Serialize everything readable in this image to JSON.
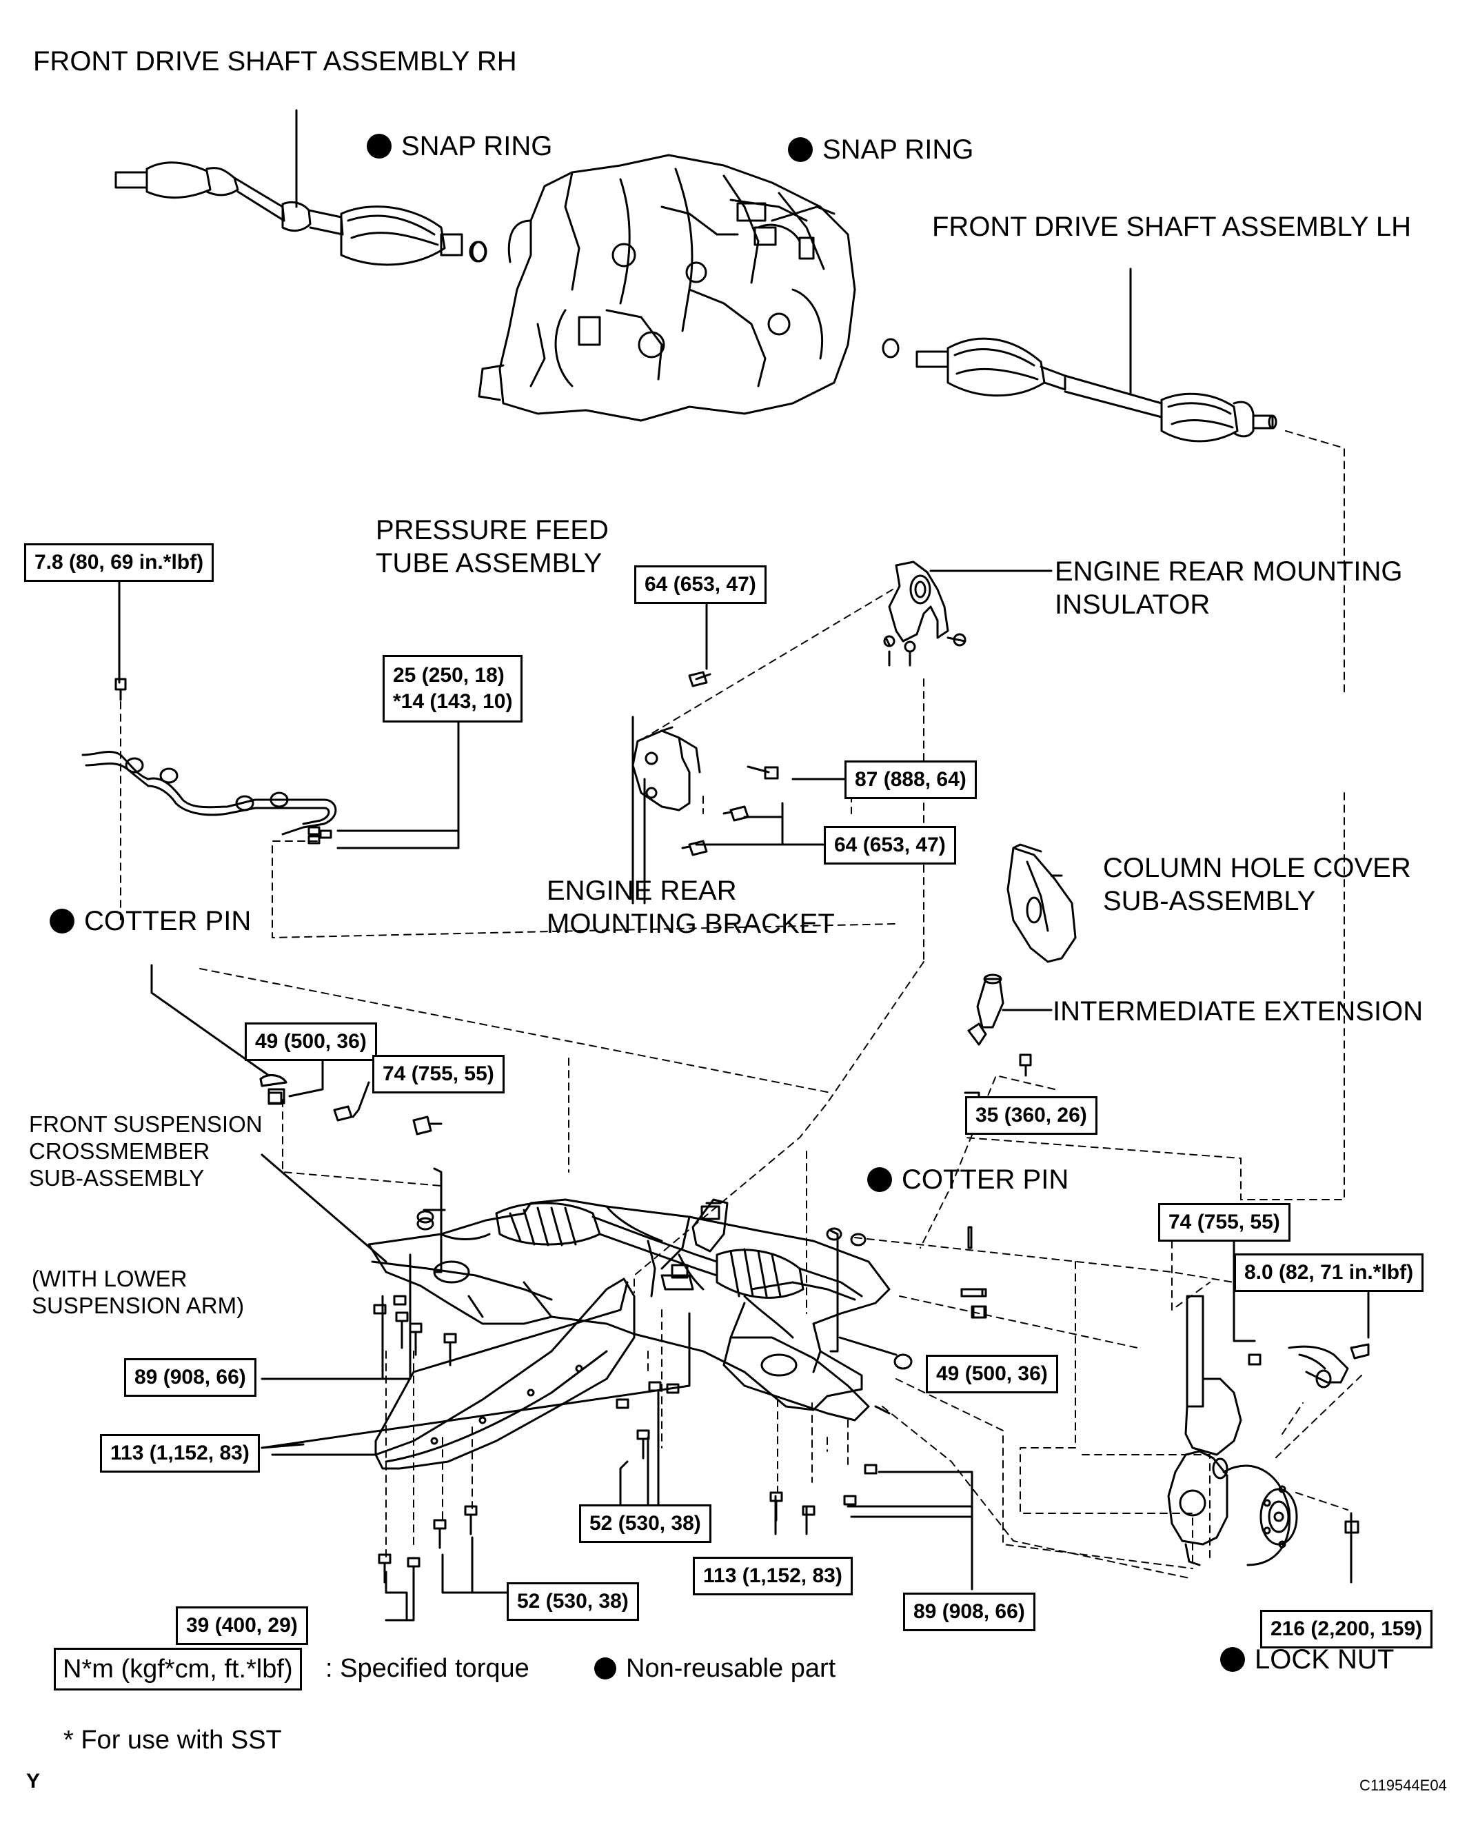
{
  "components": {
    "front_drive_shaft_rh": "FRONT DRIVE SHAFT ASSEMBLY RH",
    "front_drive_shaft_lh": "FRONT DRIVE SHAFT ASSEMBLY LH",
    "snap_ring_1": "SNAP RING",
    "snap_ring_2": "SNAP RING",
    "pressure_feed_line1": "PRESSURE FEED",
    "pressure_feed_line2": "TUBE ASSEMBLY",
    "engine_rear_insulator_line1": "ENGINE REAR MOUNTING",
    "engine_rear_insulator_line2": "INSULATOR",
    "engine_rear_bracket_line1": "ENGINE REAR",
    "engine_rear_bracket_line2": "MOUNTING BRACKET",
    "column_hole_line1": "COLUMN HOLE COVER",
    "column_hole_line2": "SUB-ASSEMBLY",
    "intermediate_extension": "INTERMEDIATE EXTENSION",
    "cotter_pin_left": "COTTER PIN",
    "cotter_pin_right": "COTTER PIN",
    "front_susp_line1": "FRONT SUSPENSION",
    "front_susp_line2": "CROSSMEMBER",
    "front_susp_line3": "SUB-ASSEMBLY",
    "lower_arm_line1": "(WITH LOWER",
    "lower_arm_line2": "SUSPENSION ARM)",
    "lock_nut": "LOCK NUT"
  },
  "torques": {
    "t_78": "7.8 (80, 69 in.*lbf)",
    "t_25_line1": "25 (250, 18)",
    "t_25_line2": "*14 (143, 10)",
    "t_64_top": "64 (653, 47)",
    "t_87": "87 (888, 64)",
    "t_64_mid": "64 (653, 47)",
    "t_49_left": "49 (500, 36)",
    "t_74_left": "74 (755, 55)",
    "t_35": "35 (360, 26)",
    "t_74_right": "74 (755, 55)",
    "t_80": "8.0 (82, 71 in.*lbf)",
    "t_49_right": "49 (500, 36)",
    "t_89_left": "89 (908, 66)",
    "t_113_left": "113 (1,152, 83)",
    "t_52_mid": "52 (530, 38)",
    "t_113_mid": "113 (1,152, 83)",
    "t_89_right": "89 (908, 66)",
    "t_52_low": "52 (530, 38)",
    "t_39": "39 (400, 29)",
    "t_216": "216 (2,200, 159)"
  },
  "legend": {
    "unit_box": "N*m (kgf*cm, ft.*lbf)",
    "unit_desc": ": Specified torque",
    "non_reusable": "Non-reusable part",
    "sst_note": "* For use with SST",
    "corner_mark": "Y",
    "figure_code": "C119544E04"
  }
}
